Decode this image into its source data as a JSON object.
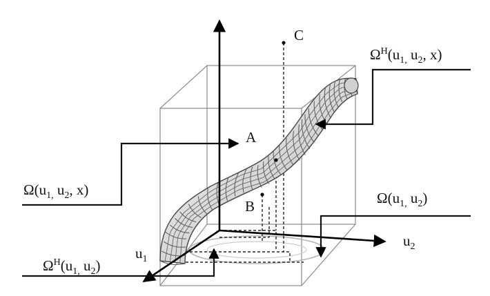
{
  "colors": {
    "ink": "#111111",
    "cube_edge": "#8a8a8a",
    "tube_fill": "#e6e6e6",
    "tube_mesh": "#555555"
  },
  "labels": {
    "point_a": "A",
    "point_b": "B",
    "point_c": "C",
    "axis_u1": {
      "base": "u",
      "sub": "1"
    },
    "axis_u2": {
      "base": "u",
      "sub": "2"
    },
    "omega_h_u1_u2_x": {
      "sym": "Ω",
      "sup": "H",
      "open": "(u",
      "s1": "1,",
      "mid": " u",
      "s2": "2",
      "close": ", x)"
    },
    "omega_u1_u2_x": {
      "sym": "Ω",
      "open": "(u",
      "s1": "1,",
      "mid": " u",
      "s2": "2",
      "close": ", x)"
    },
    "omega_u1_u2": {
      "sym": "Ω",
      "open": "(u",
      "s1": "1,",
      "mid": " u",
      "s2": "2",
      "close": ")"
    },
    "omega_h_u1_u2": {
      "sym": "Ω",
      "sup": "H",
      "open": "(u",
      "s1": "1,",
      "mid": " u",
      "s2": "2",
      "close": ")"
    }
  }
}
